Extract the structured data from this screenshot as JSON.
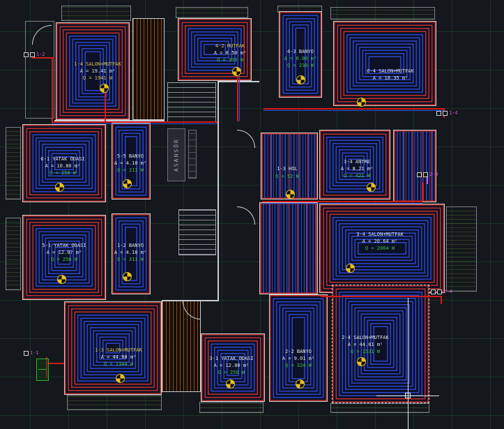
{
  "colors": {
    "background": "#14171b",
    "grid_green": "#1e7332",
    "wall": "#c9ced4",
    "room_fill": "#0c1126",
    "coil_red": "#c03028",
    "coil_blue": "#2a44cc",
    "pipe_red": "#d41a1a",
    "pipe_blue": "#2b51e0",
    "magenta": "#d44fd4",
    "manifold_yellow": "#e8c01e",
    "text_yellow": "#d9c04a",
    "text_white": "#dde2e8",
    "text_green": "#3fbf4a",
    "boiler_green": "#2db32d"
  },
  "elevator": {
    "label": "ASANSÖR"
  },
  "rooms": [
    {
      "name": "1-4 SALON+MUTFAK",
      "area": "A = 19.41 m²",
      "power": "Q = 1941 W"
    },
    {
      "name": "4-2 MUTFAK",
      "area": "A = 8.50 m²",
      "power": "Q = 330 W"
    },
    {
      "name": "4-3 BANYO",
      "area": "A = 6.00 m²",
      "power": "Q = 230 W"
    },
    {
      "name": "6-4 SALON+MUTFAK",
      "area": "A = 18.35 m²",
      "power": ""
    },
    {
      "name": "6-1 YATAK ODASI",
      "area": "A = 10.80 m²",
      "power": "Q = 258 W"
    },
    {
      "name": "5-5 BANYO",
      "area": "A = 4.10 m²",
      "power": "Q = 311 W"
    },
    {
      "name": "1-3 HOL",
      "area": "",
      "power": "Q = 52 W"
    },
    {
      "name": "3-4 ANTRE",
      "area": "A = 8.21 m²",
      "power": "Q = 421 W"
    },
    {
      "name": "5-1 YATAK ODASI",
      "area": "A = 12.07 m²",
      "power": "Q = 256 W"
    },
    {
      "name": "1-2 BANYO",
      "area": "A = 4.10 m²",
      "power": "Q = 311 W"
    },
    {
      "name": "3-4 SALON+MUTFAK",
      "area": "A = 20.64 m²",
      "power": "Q = 2064 W"
    },
    {
      "name": "1-3 SALON+MUTFAK",
      "area": "A = 44.80 m²",
      "power": "Q = 1344 W"
    },
    {
      "name": "3-1 YATAK ODASI",
      "area": "A = 12.00 m²",
      "power": "Q = 256 W"
    },
    {
      "name": "2-2 BANYO",
      "area": "A = 9.01 m²",
      "power": "Q = 324 W"
    },
    {
      "name": "2-4 SALON+MUTFAK",
      "area": "A = 44.01 m²",
      "power": "Q = 1531 W"
    }
  ],
  "tags": [
    {
      "text": "1-2"
    },
    {
      "text": "1-4"
    },
    {
      "text": "2-3"
    },
    {
      "text": "2-4"
    },
    {
      "text": "1-1"
    }
  ]
}
